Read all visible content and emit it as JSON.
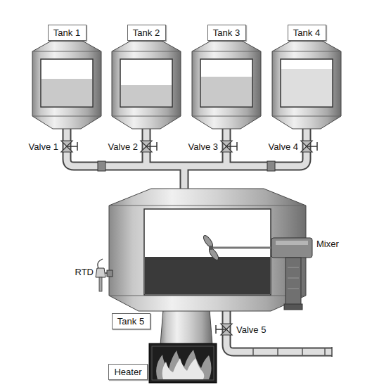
{
  "diagram": {
    "nodes": [
      {
        "text": [
          "Tank 1"
        ]
      },
      {
        "text": [
          "Tank 2"
        ]
      },
      {
        "text": [
          "Tank 3"
        ]
      },
      {
        "text": [
          "Tank 4"
        ]
      },
      {
        "text": [
          "Tank 5"
        ]
      },
      {
        "text": [
          "Heater"
        ]
      }
    ],
    "labels": [
      "Valve 1",
      "Valve 2",
      "Valve 3",
      "Valve 4",
      "Mixer",
      "RTD",
      "Valve 5"
    ]
  }
}
